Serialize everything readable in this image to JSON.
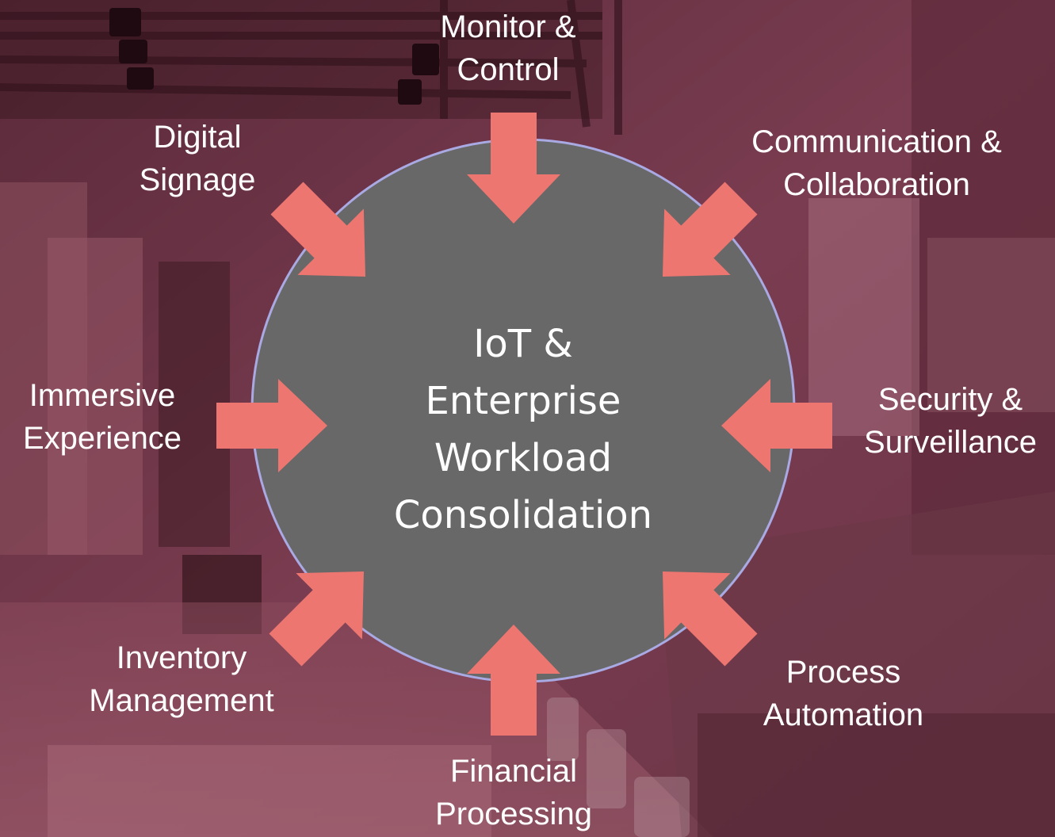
{
  "colors": {
    "circle_fill": "#686868",
    "circle_stroke": "#a9a9e3",
    "arrow": "#ee7670",
    "background_tint": "#7a3c50",
    "text": "#ffffff"
  },
  "hub": {
    "lines": [
      "IoT &",
      "Enterprise",
      "Workload",
      "Consolidation"
    ]
  },
  "spokes": [
    {
      "id": "monitor-control",
      "lines": [
        "Monitor &",
        "Control"
      ]
    },
    {
      "id": "communication-collaboration",
      "lines": [
        "Communication &",
        "Collaboration"
      ]
    },
    {
      "id": "security-surveillance",
      "lines": [
        "Security &",
        "Surveillance"
      ]
    },
    {
      "id": "process-automation",
      "lines": [
        "Process",
        "Automation"
      ]
    },
    {
      "id": "financial-processing",
      "lines": [
        "Financial",
        "Processing"
      ]
    },
    {
      "id": "inventory-management",
      "lines": [
        "Inventory",
        "Management"
      ]
    },
    {
      "id": "immersive-experience",
      "lines": [
        "Immersive",
        "Experience"
      ]
    },
    {
      "id": "digital-signage",
      "lines": [
        "Digital",
        "Signage"
      ]
    }
  ]
}
